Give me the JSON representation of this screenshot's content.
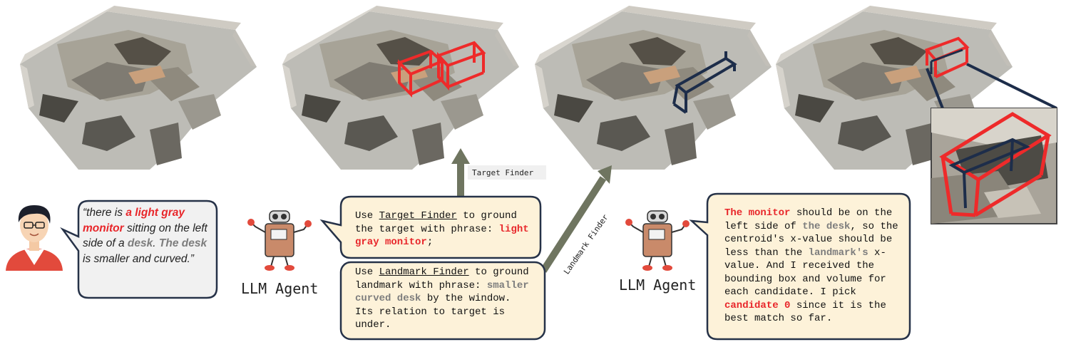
{
  "user": {
    "quote_open": "“there is ",
    "quote_target": "a light gray monitor",
    "quote_mid": " sitting on the left side of ",
    "quote_a": "a ",
    "quote_landmark": "desk",
    "quote_dot": ". ",
    "quote_desk2": "The desk",
    "quote_end": " is smaller and curved.”"
  },
  "agent_left_label": "LLM Agent",
  "agent_right_label": "LLM Agent",
  "tools": {
    "target_finder_tag": "Target Finder",
    "landmark_finder_tag": "Landmark Finder"
  },
  "bubble_top": {
    "p1": "Use ",
    "tool": "Target Finder",
    "p2": " to ground the target with phrase: ",
    "phrase": "light gray monitor",
    "p3": ";"
  },
  "bubble_bottom": {
    "p1": "Use ",
    "tool": "Landmark Finder",
    "p2": " to ground landmark with phrase: ",
    "phrase": "smaller curved desk",
    "p3": " by the window. Its relation to target is under."
  },
  "bubble_right": {
    "t1": "The monitor",
    "p1": " should be on the left side of ",
    "t2": "the desk",
    "p2": ", so the centroid's x-value should be less than the ",
    "t3": "landmark's",
    "p3": " x-value. And I received the bounding box and volume for each candidate. I pick ",
    "t4": "candidate 0",
    "p4": " since it is the best match so far."
  },
  "colors": {
    "target_box": "#ee2a2a",
    "landmark_box": "#1d2d4a",
    "bubble_fill": "#fdf2d9",
    "bubble_stroke": "#263248",
    "arrow": "#6f7560",
    "user_bubble_fill": "#f1f1f1"
  },
  "icons": [
    "person-icon",
    "robot-icon"
  ]
}
